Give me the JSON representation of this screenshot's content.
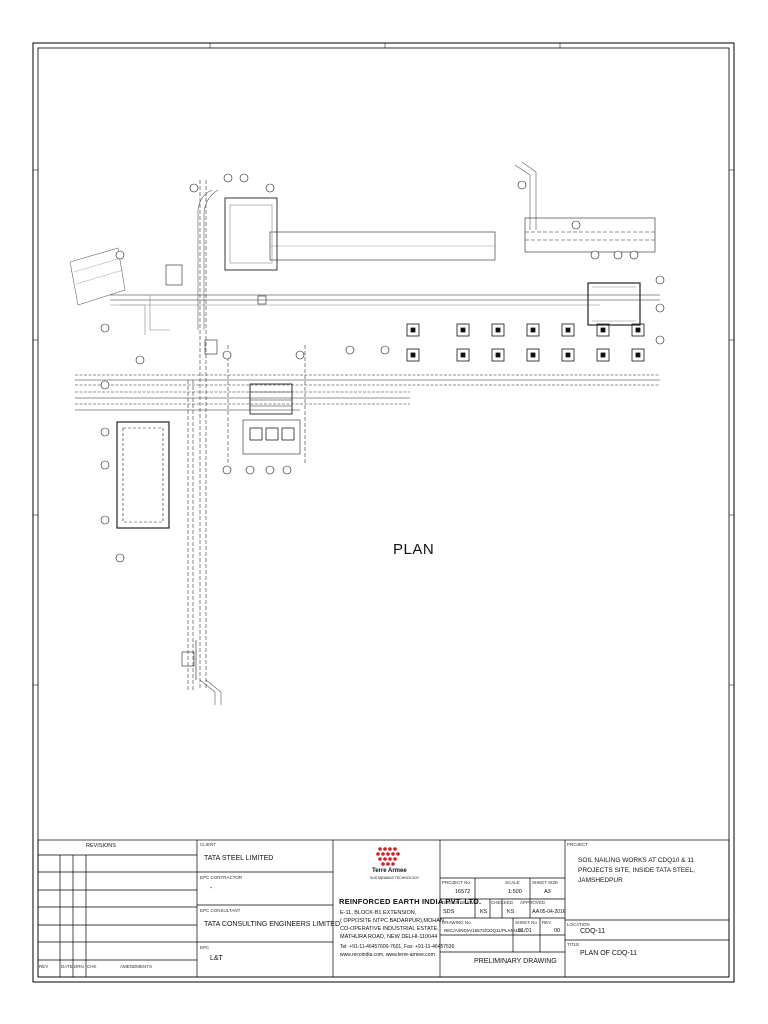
{
  "drawing": {
    "plan_title": "PLAN"
  },
  "title_block": {
    "revisions_header": "REVISIONS",
    "rev_columns": [
      "REV",
      "DATE",
      "DRN",
      "CHK"
    ],
    "amendments_label": "AMENDMENTS",
    "client_label": "CLIENT",
    "client": "TATA STEEL LIMITED",
    "contractor_label": "EPC CONTRACTOR",
    "contractor": "-",
    "consultant_label": "EPC CONSULTANT",
    "consultant": "TATA CONSULTING ENGINEERS LIMITED",
    "epc_label": "EPC",
    "epc": "L&T",
    "logo_text": "Terre Armee",
    "logo_tagline": "SUSTAINABLE TECHNOLOGY",
    "company_name": "REINFORCED EARTH INDIA PVT. LTD.",
    "address_lines": [
      "E-11, BLOCK-B1 EXTENSION,",
      "( OPPOSITE NTPC BADARPUR),MOHAN",
      "CO-OPERATIVE INDUSTRIAL ESTATE,",
      "MATHURA ROAD, NEW DELHI-110044",
      "Tel: +91-11-46457600-7601, Fax: +91-11-46457630",
      "www.recoindia.com, www.terre-armee.com"
    ],
    "project_label": "PROJECT",
    "project": "SOIL NAILING WORKS AT CDQ10 & 11 PROJECTS SITE, INSIDE TATA STEEL, JAMSHEDPUR",
    "project_no_label": "PROJECT No",
    "project_no": "16572",
    "scale_label": "SCALE",
    "scale": "1:500",
    "sheet_size_label": "SHEET SIZE",
    "sheet_size": "A3",
    "design_label": "DESIGN",
    "design": "SDS",
    "drawn_label": "DRAWN",
    "drawn": "KS",
    "checked_label": "CHECKED",
    "checked": "KS",
    "approved_label": "APPROVED",
    "approved": "AA",
    "date": "05-04-2016",
    "drawing_no_label": "DRAWING No",
    "drawing_no": "REC/A/INDIA/16572/CDQ11/PLAN/431",
    "sheet_no_label": "SHEET No",
    "sheet_no": "01/01",
    "rev_label": "REV",
    "rev": "00",
    "location_label": "LOCATION",
    "location": "CDQ-11",
    "drawing_title_label": "TITLE",
    "drawing_title": "PLAN OF CDQ-11",
    "status": "PRELIMINARY DRAWING"
  }
}
